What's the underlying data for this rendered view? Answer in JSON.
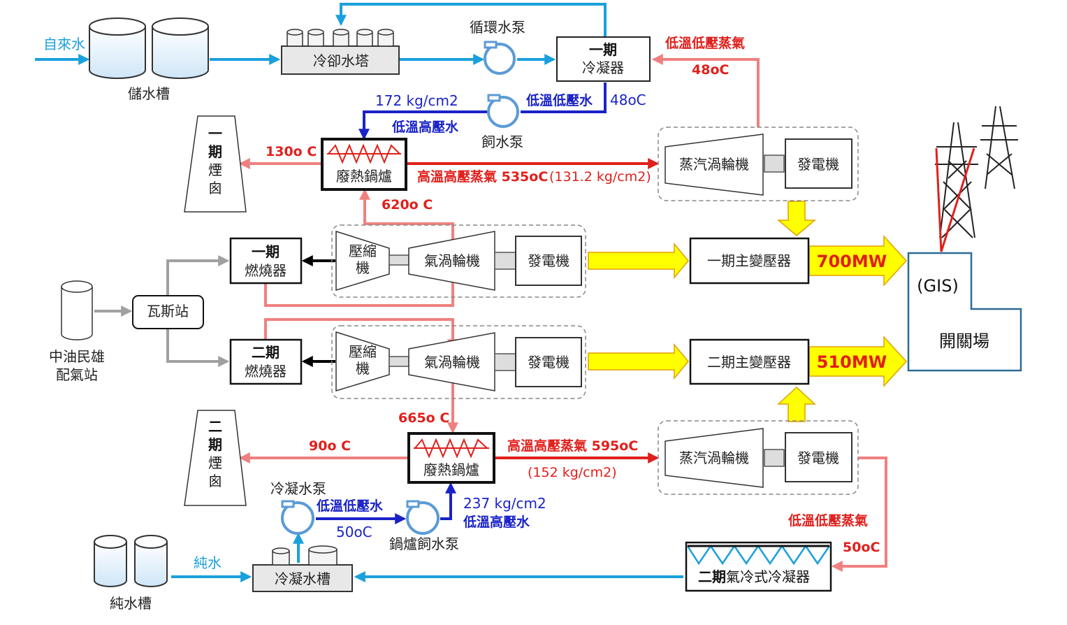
{
  "sources": {
    "tap_water": "自來水",
    "storage_tank": "儲水槽",
    "cooling_tower": "冷卻水塔",
    "circ_pump": "循環水泵",
    "gas_station": "瓦斯站",
    "cpc": "中油民雄\n配氣站",
    "pure_water": "純水",
    "pure_tank": "純水槽",
    "cond_tank": "冷凝水槽"
  },
  "phase1": {
    "condenser_top": "一期",
    "condenser_bottom": "冷凝器",
    "stack": "一期煙囪",
    "hrsg": "廢熱鍋爐",
    "combustor_top": "一期",
    "combustor_bottom": "燃燒器",
    "compressor": "壓縮機",
    "gas_turbine": "氣渦輪機",
    "generator": "發電機",
    "steam_turbine": "蒸汽渦輪機",
    "steam_generator": "發電機",
    "transformer": "一期主變壓器",
    "output": "700MW",
    "lp_steam": "低溫低壓蒸氣",
    "lp_steam_temp": "48oC",
    "lp_water": "低溫低壓水",
    "lp_water_temp": "48oC",
    "pressure": "172 kg/cm2",
    "hp_water": "低溫高壓水",
    "feed_pump": "飼水泵",
    "stack_temp": "130o C",
    "hp_steam": "高溫高壓蒸氣 535oC",
    "hp_steam_pressure": "(131.2 kg/cm2)",
    "exhaust_temp": "620o C"
  },
  "phase2": {
    "stack": "二期煙囪",
    "hrsg": "廢熱鍋爐",
    "combustor_top": "二期",
    "combustor_bottom": "燃燒器",
    "compressor": "壓縮機",
    "gas_turbine": "氣渦輪機",
    "generator": "發電機",
    "steam_turbine": "蒸汽渦輪機",
    "steam_generator": "發電機",
    "transformer": "二期主變壓器",
    "output": "510MW",
    "exhaust_temp": "665o C",
    "stack_temp": "90o C",
    "hp_steam": "高溫高壓蒸氣 595oC",
    "hp_steam_pressure": "(152 kg/cm2)",
    "cond_pump": "冷凝水泵",
    "lp_water": "低溫低壓水",
    "lp_water_temp": "50oC",
    "boiler_feed_pump": "鍋爐飼水泵",
    "pressure": "237 kg/cm2",
    "hp_water": "低溫高壓水",
    "lp_steam": "低溫低壓蒸氣",
    "lp_steam_temp": "50oC",
    "air_condenser_bold": "二期",
    "air_condenser": "氣冷式冷凝器"
  },
  "switchyard": {
    "gis": "(GIS)",
    "name": "開關場"
  },
  "colors": {
    "cyan": "#1aa0dc",
    "blue": "#1a23c8",
    "red": "#e0201c",
    "pink": "#f08080",
    "gray": "#a0a0a0",
    "yellow": "#ffff00",
    "gis_border": "#2e6a96"
  }
}
